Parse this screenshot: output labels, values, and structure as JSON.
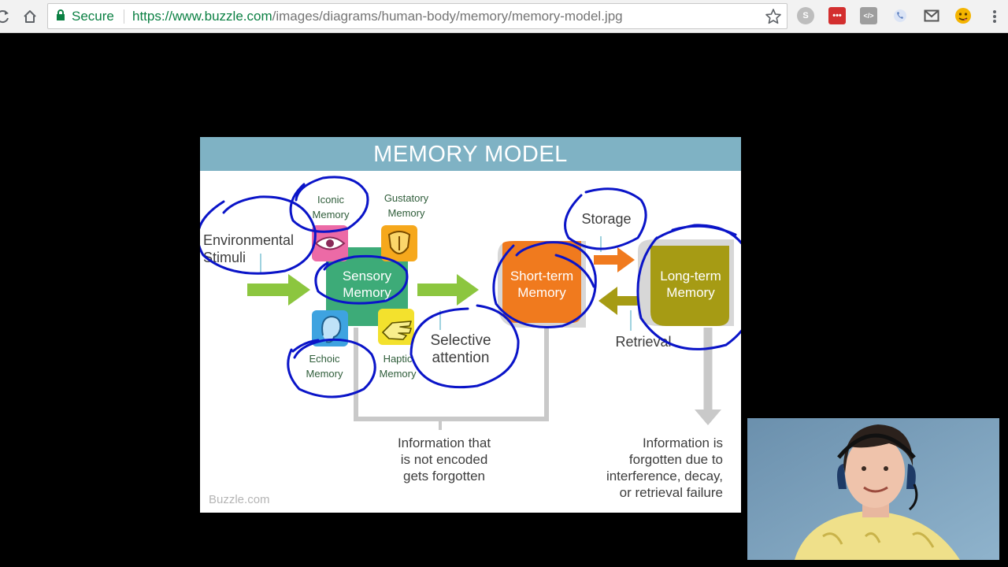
{
  "browser": {
    "secure_label": "Secure",
    "url_host": "https://www.buzzle.com",
    "url_path": "/images/diagrams/human-body/memory/memory-model.jpg",
    "icons": {
      "reload": "reload-icon",
      "home": "home-icon",
      "lock": "lock-icon",
      "bookmark": "star-icon",
      "menu": "kebab-menu-icon"
    },
    "extensions": [
      {
        "name": "skype-extension-icon",
        "glyph": "S",
        "color": "#bdbdbd"
      },
      {
        "name": "lastpass-extension-icon",
        "glyph": "•••",
        "color": "#d32f2f"
      },
      {
        "name": "code-extension-icon",
        "glyph": "</>",
        "color": "#9e9e9e"
      },
      {
        "name": "phone-extension-icon",
        "glyph": "",
        "color": "#5c7fbf"
      },
      {
        "name": "gmail-extension-icon",
        "glyph": "",
        "color": "#555555"
      },
      {
        "name": "emoji-extension-icon",
        "glyph": "",
        "color": "#f4b400"
      }
    ]
  },
  "diagram": {
    "title": "MEMORY MODEL",
    "environmental_line1": "Environmental",
    "environmental_line2": "Stimuli",
    "iconic_line1": "Iconic",
    "iconic_line2": "Memory",
    "gustatory_line1": "Gustatory",
    "gustatory_line2": "Memory",
    "echoic_line1": "Echoic",
    "echoic_line2": "Memory",
    "haptic_line1": "Haptic",
    "haptic_line2": "Memory",
    "sensory_line1": "Sensory",
    "sensory_line2": "Memory",
    "selective_line1": "Selective",
    "selective_line2": "attention",
    "short_term_line1": "Short-term",
    "short_term_line2": "Memory",
    "long_term_line1": "Long-term",
    "long_term_line2": "Memory",
    "storage": "Storage",
    "retrieval": "Retrieval",
    "not_encoded_line1": "Information that",
    "not_encoded_line2": "is not encoded",
    "not_encoded_line3": "gets forgotten",
    "forgotten_line1": "Information is",
    "forgotten_line2": "forgotten due to",
    "forgotten_line3": "interference, decay,",
    "forgotten_line4": "or retrieval failure",
    "watermark": "Buzzle.com",
    "colors": {
      "title_bar": "#7fb2c4",
      "sensory": "#3dab78",
      "short_term": "#f07a1e",
      "long_term": "#a69b14",
      "arrow_green": "#8cc63f",
      "ink": "#0a14c8"
    }
  }
}
